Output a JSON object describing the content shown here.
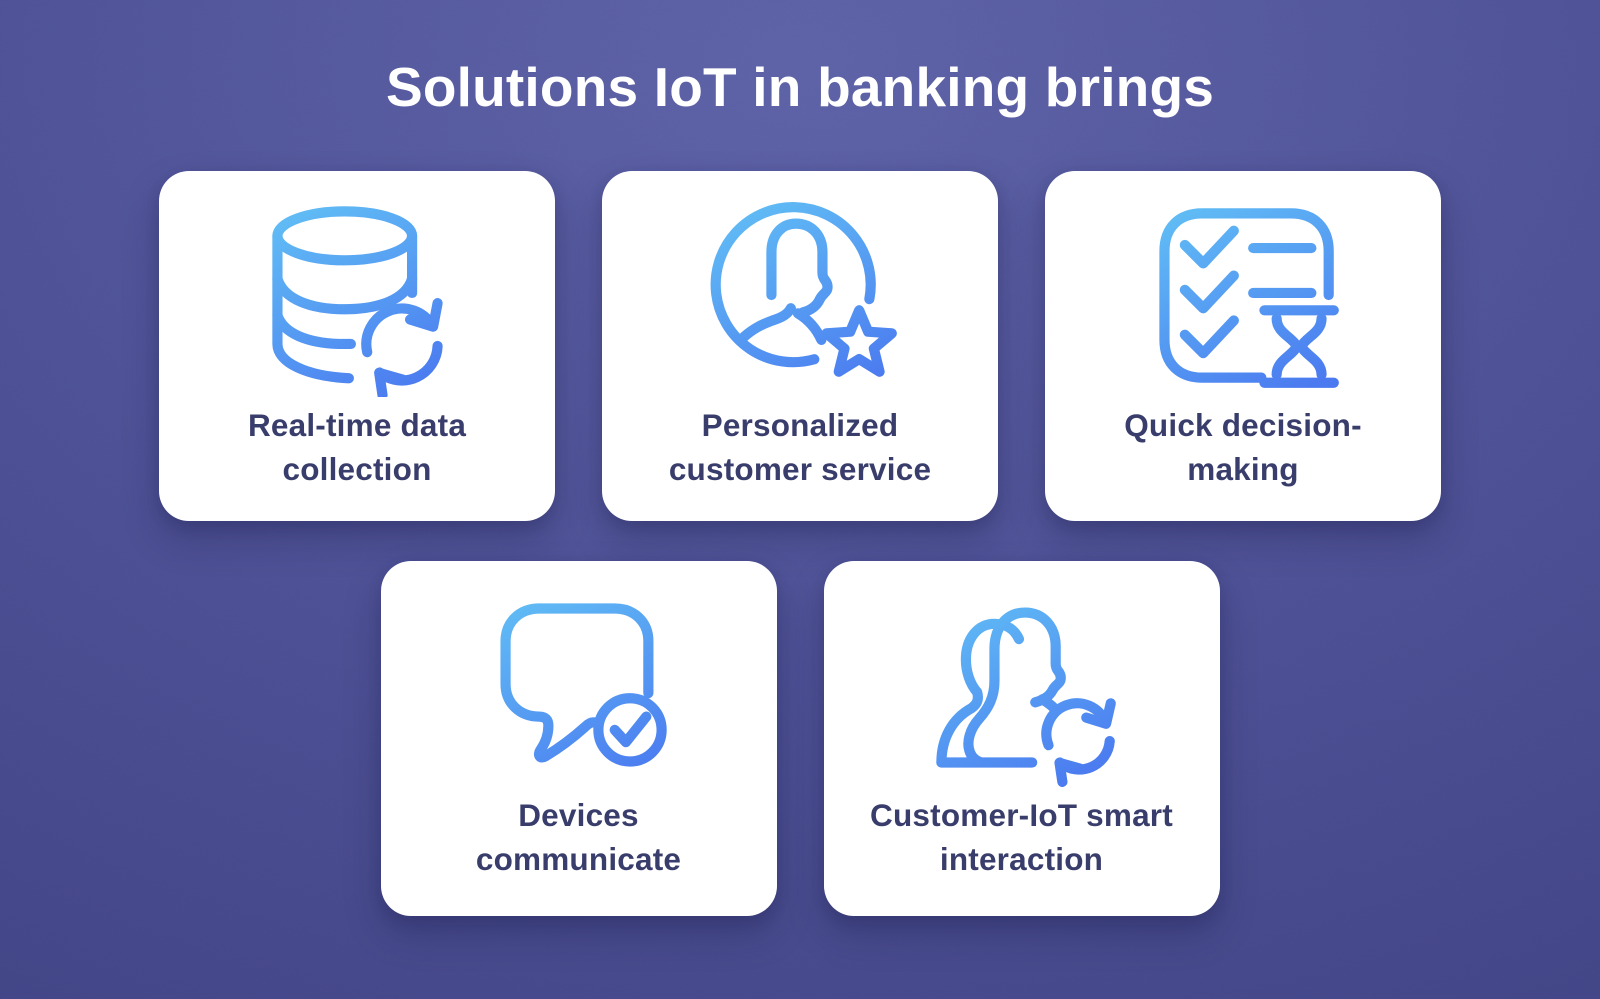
{
  "title": "Solutions IoT in banking brings",
  "colors": {
    "background_top": "#5d61a6",
    "background_mid": "#4d5094",
    "background_bottom": "#3d4080",
    "card_background": "#ffffff",
    "title_text": "#ffffff",
    "label_text": "#383c6a",
    "icon_gradient_start": "#60c0f5",
    "icon_gradient_end": "#4a79f0"
  },
  "cards": [
    {
      "label": "Real-time data\ncollection",
      "icon": "database-sync-icon"
    },
    {
      "label": "Personalized\ncustomer service",
      "icon": "user-star-icon"
    },
    {
      "label": "Quick decision-\nmaking",
      "icon": "checklist-hourglass-icon"
    },
    {
      "label": "Devices\ncommunicate",
      "icon": "chat-check-icon"
    },
    {
      "label": "Customer-IoT smart\ninteraction",
      "icon": "users-sync-icon"
    }
  ]
}
